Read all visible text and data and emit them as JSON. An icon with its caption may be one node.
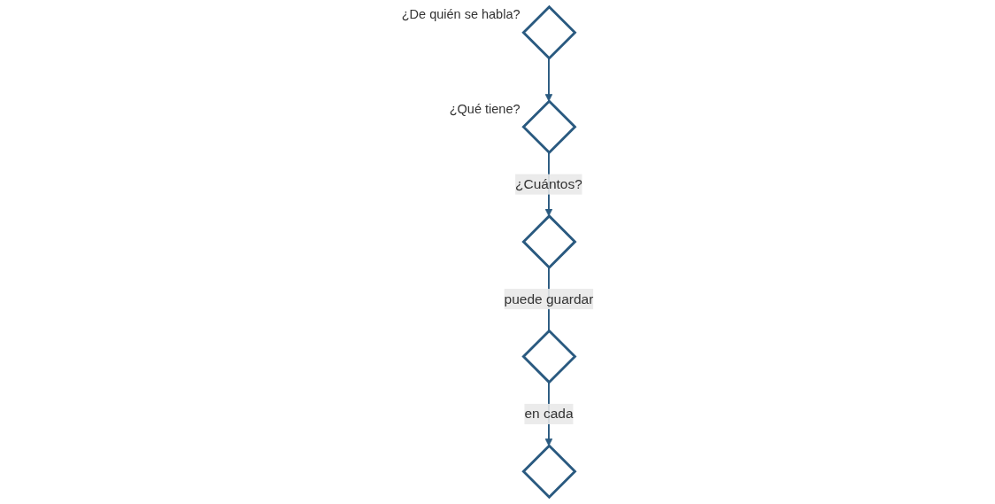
{
  "diagram": {
    "nodes": [
      {
        "text": [],
        "shape": "diamond",
        "beside": [
          "¿De quién se habla?"
        ]
      },
      {
        "text": [],
        "shape": "diamond",
        "beside": [
          "¿Qué tiene?"
        ]
      },
      {
        "text": [],
        "shape": "diamond"
      },
      {
        "text": [],
        "shape": "diamond"
      },
      {
        "text": [],
        "shape": "diamond"
      }
    ],
    "edges": [
      {
        "from": 0,
        "to": 1,
        "arrow": "to"
      },
      {
        "from": 1,
        "to": 2,
        "arrow": "to",
        "label": "¿Cuántos?"
      },
      {
        "from": 2,
        "to": 3,
        "arrow": "none",
        "label": "puede guardar"
      },
      {
        "from": 3,
        "to": 4,
        "arrow": "to",
        "label": "en cada"
      }
    ]
  }
}
